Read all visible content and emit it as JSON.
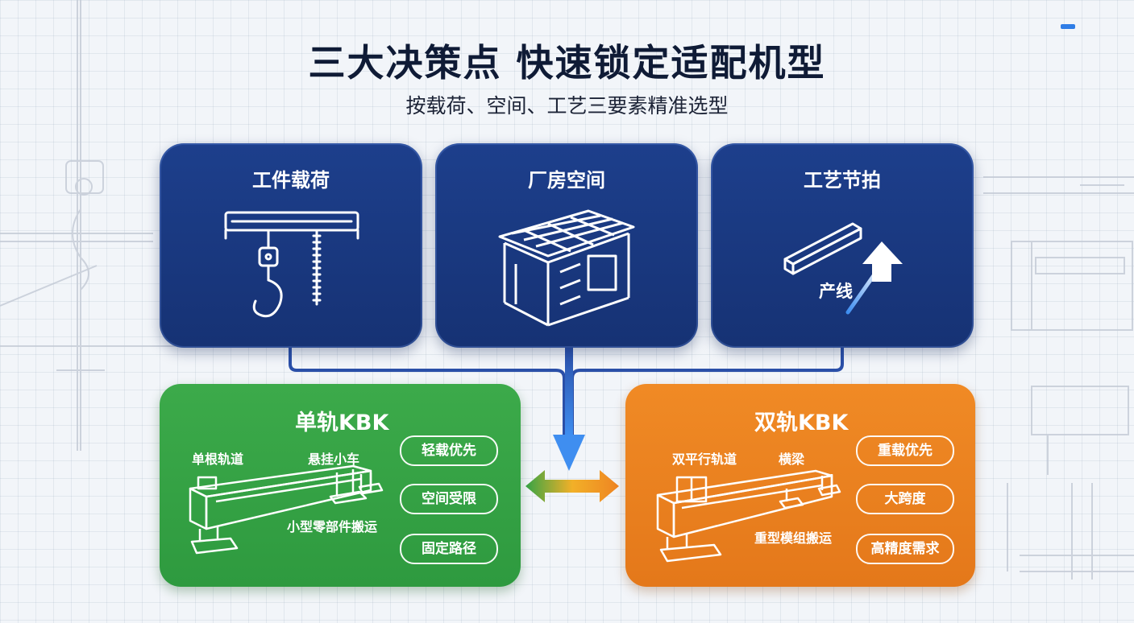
{
  "title": "三大决策点 快速锁定适配机型",
  "subtitle": "按载荷、空间、工艺三要素精准选型",
  "cards": [
    {
      "title": "工件载荷",
      "icon": "crane-hook-icon"
    },
    {
      "title": "厂房空间",
      "icon": "factory-building-icon"
    },
    {
      "title": "工艺节拍",
      "icon": "production-line-arrow-icon",
      "label": "产线"
    }
  ],
  "single_rail": {
    "title": "单轨KBK",
    "label_track": "单根轨道",
    "label_trolley": "悬挂小车",
    "label_use": "小型零部件搬运",
    "tags": [
      "轻载优先",
      "空间受限",
      "固定路径"
    ],
    "color": "#36a446"
  },
  "double_rail": {
    "title": "双轨KBK",
    "label_track": "双平行轨道",
    "label_beam": "横梁",
    "label_use": "重型模组搬运",
    "tags": [
      "重载优先",
      "大跨度",
      "高精度需求"
    ],
    "color": "#ee8422"
  },
  "colors": {
    "navy": "#1a3a84",
    "connector": "#2a4fa8",
    "accent": "#2f7de6"
  }
}
